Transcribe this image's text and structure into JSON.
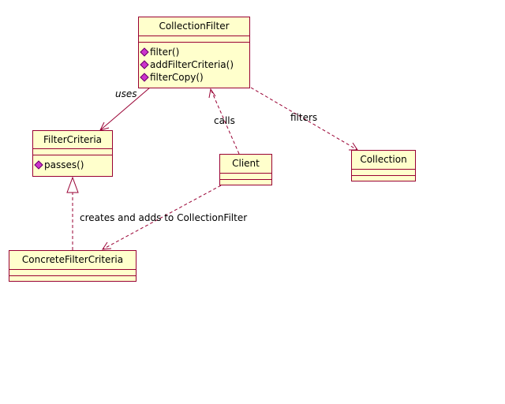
{
  "classes": {
    "collection_filter": {
      "name": "CollectionFilter",
      "operations": [
        "filter()",
        "addFilterCriteria()",
        "filterCopy()"
      ],
      "operation_icon": "method-icon"
    },
    "filter_criteria": {
      "name": "FilterCriteria",
      "operations": [
        "passes()"
      ],
      "operation_icon": "method-icon"
    },
    "client": {
      "name": "Client"
    },
    "collection": {
      "name": "Collection"
    },
    "concrete_filter_criteria": {
      "name": "ConcreteFilterCriteria"
    }
  },
  "relations": {
    "uses": "uses",
    "calls": "calls",
    "filters": "filters",
    "creates": "creates and adds to CollectionFilter"
  },
  "colors": {
    "class_fill": "#ffffcc",
    "class_border": "#990033",
    "connector": "#990033",
    "operation_icon": "#cc33cc"
  }
}
